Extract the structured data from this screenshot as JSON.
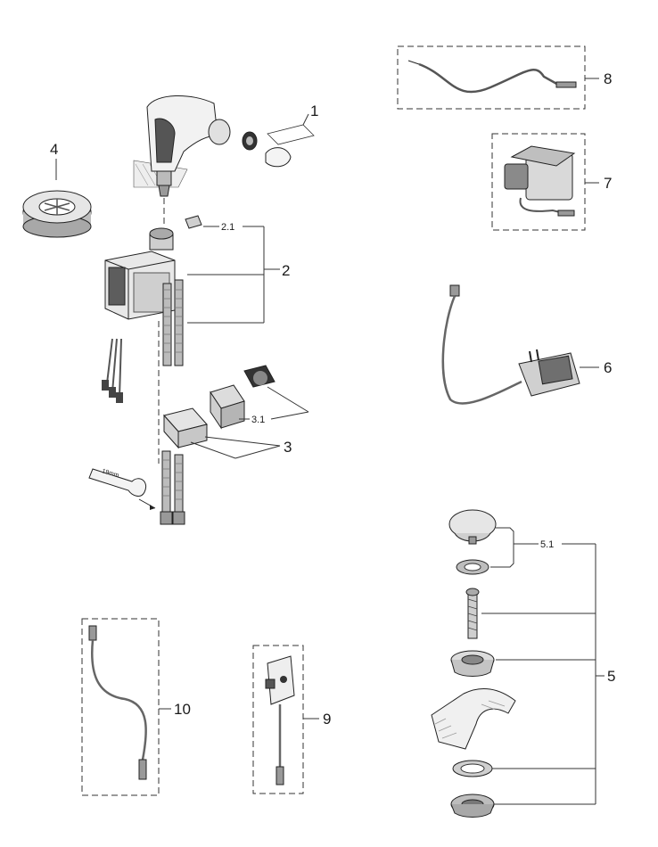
{
  "callouts": {
    "p1": "1",
    "p2": "2",
    "p2_1": "2.1",
    "p3": "3",
    "p3_1": "3.1",
    "p4": "4",
    "p5": "5",
    "p5_1": "5.1",
    "p6": "6",
    "p7": "7",
    "p8": "8",
    "p9": "9",
    "p10": "10"
  },
  "wrench_marking": "19mm",
  "colors": {
    "line": "#333333",
    "part_fill": "#d9d9d9",
    "part_dark": "#7a7a7a",
    "background": "#ffffff"
  }
}
